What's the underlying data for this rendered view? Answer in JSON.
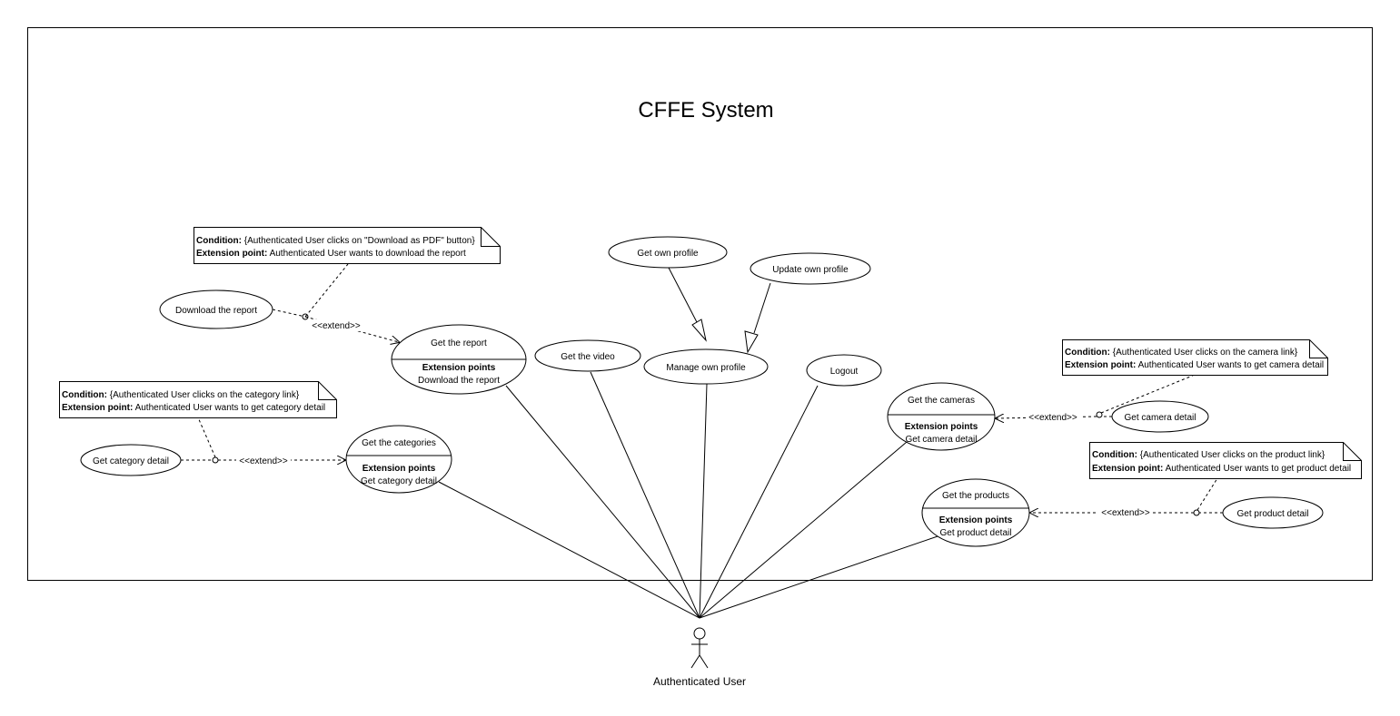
{
  "system": {
    "title": "CFFE System"
  },
  "actor": {
    "label": "Authenticated User"
  },
  "stereotype": "<<extend>>",
  "extension_points_label": "Extension points",
  "use_cases": {
    "get_own_profile": "Get own profile",
    "update_own_profile": "Update own profile",
    "manage_own_profile": "Manage own profile",
    "get_the_video": "Get the video",
    "logout": "Logout",
    "download_the_report": "Download the report",
    "get_category_detail": "Get category detail",
    "get_camera_detail": "Get camera detail",
    "get_product_detail": "Get product detail",
    "get_the_report": {
      "name": "Get the report",
      "extension_point": "Download the report"
    },
    "get_the_categories": {
      "name": "Get the categories",
      "extension_point": "Get category detail"
    },
    "get_the_cameras": {
      "name": "Get the cameras",
      "extension_point": "Get camera detail"
    },
    "get_the_products": {
      "name": "Get the products",
      "extension_point": "Get product detail"
    }
  },
  "notes": {
    "condition_label": "Condition:",
    "extension_point_label": "Extension point:",
    "report": {
      "condition": "{Authenticated User clicks on \"Download as PDF\" button}",
      "extension_point": "Authenticated User wants to download the report"
    },
    "category": {
      "condition": "{Authenticated User clicks on the category link}",
      "extension_point": "Authenticated User wants to get category detail"
    },
    "camera": {
      "condition": "{Authenticated User clicks on the camera link}",
      "extension_point": "Authenticated User wants to get camera detail"
    },
    "product": {
      "condition": "{Authenticated User clicks on the product link}",
      "extension_point": "Authenticated User wants to get product detail"
    }
  }
}
